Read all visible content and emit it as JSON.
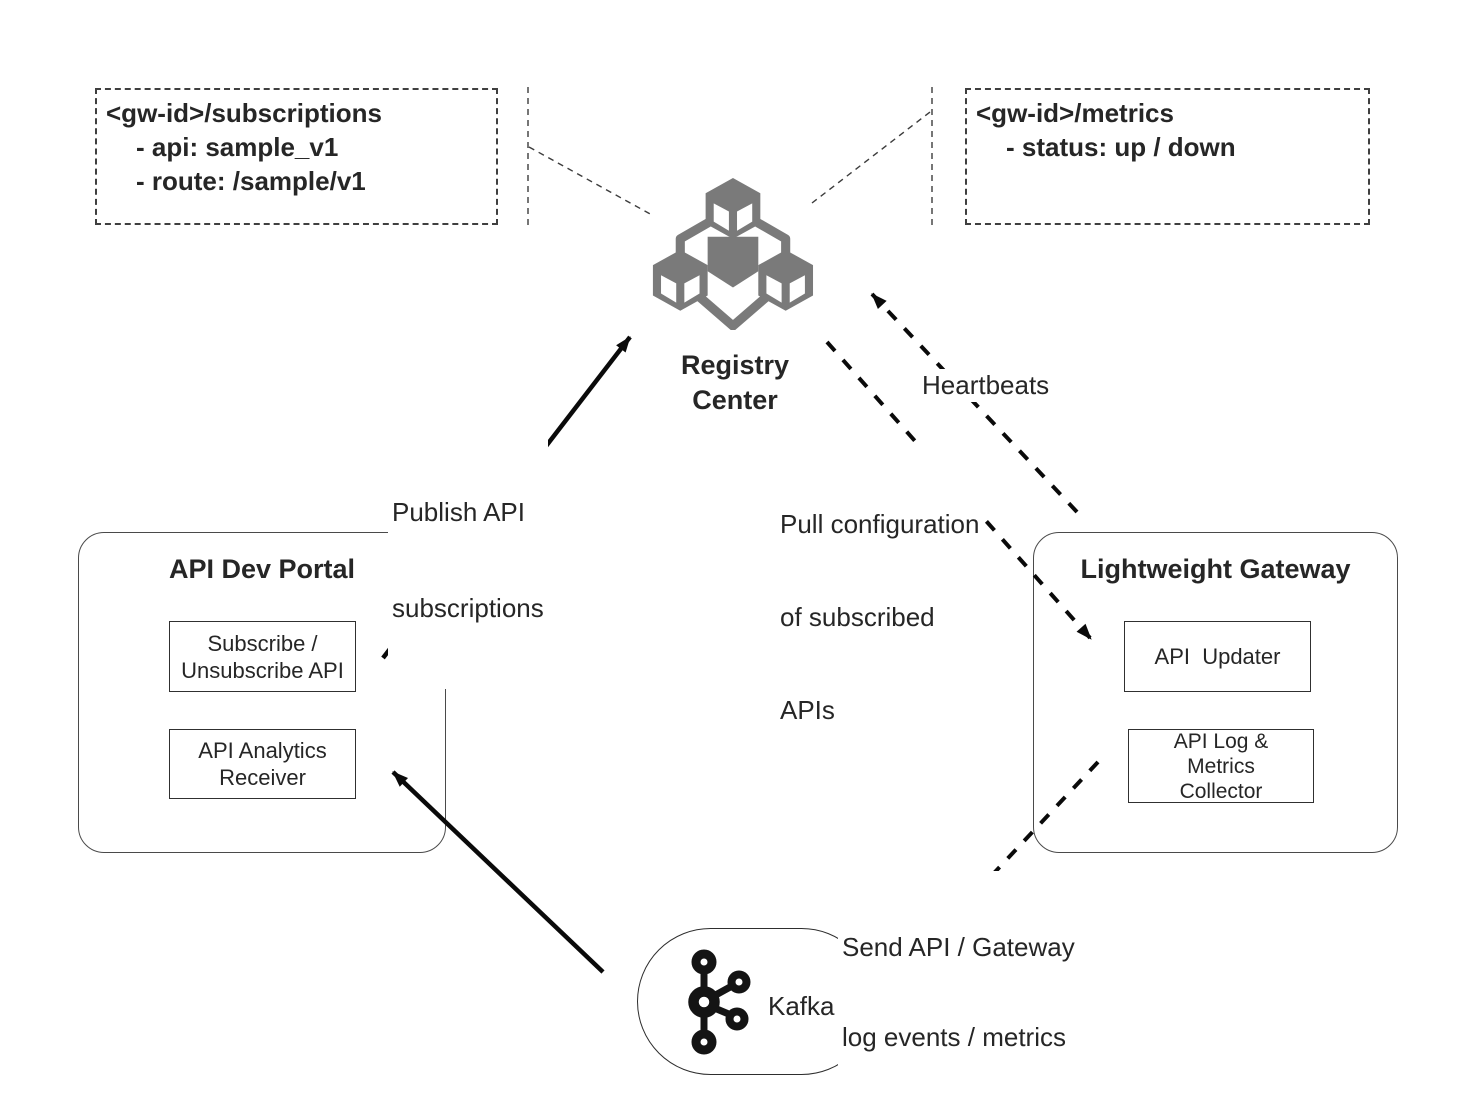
{
  "colors": {
    "icon_gray": "#7a7a7a",
    "kafka_black": "#141414",
    "line_black": "#0a0a0a",
    "text": "#262626"
  },
  "annotations": {
    "subscriptions": {
      "title": "<gw-id>/subscriptions",
      "items": [
        "- api: sample_v1",
        "- route: /sample/v1"
      ]
    },
    "metrics": {
      "title": "<gw-id>/metrics",
      "items": [
        "- status: up / down"
      ]
    }
  },
  "nodes": {
    "registry": {
      "icon": "cubes-cluster-icon",
      "name_line1": "Registry",
      "name_line2": "Center"
    },
    "dev_portal": {
      "title": "API Dev Portal",
      "subscribe_line1": "Subscribe /",
      "subscribe_line2": "Unsubscribe API",
      "analytics_line1": "API Analytics",
      "analytics_line2": "Receiver"
    },
    "gateway": {
      "title": "Lightweight Gateway",
      "updater": "API  Updater",
      "collector_line1": "API Log &",
      "collector_line2": "Metrics",
      "collector_line3": "Collector"
    },
    "kafka": {
      "icon": "kafka-icon",
      "label": "Kafka"
    }
  },
  "edges": {
    "publish": {
      "line1": "Publish API",
      "line2": "subscriptions",
      "style": "solid-arrow"
    },
    "kafka_to_portal": {
      "style": "solid-arrow"
    },
    "pull": {
      "line1": "Pull configuration",
      "line2": "of subscribed",
      "line3": "APIs",
      "style": "dashed-arrow"
    },
    "heartbeats": {
      "label": "Heartbeats",
      "style": "dashed-arrow"
    },
    "send": {
      "line1": "Send API / Gateway",
      "line2": "log events / metrics",
      "style": "dashed-arrow"
    }
  }
}
